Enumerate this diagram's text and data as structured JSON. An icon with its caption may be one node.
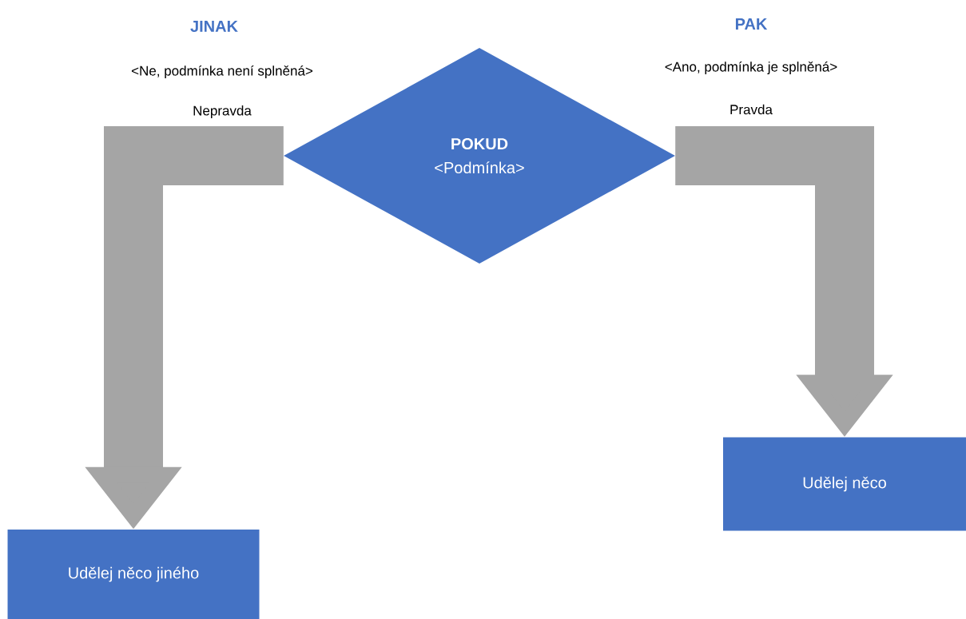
{
  "diagram": {
    "nodes": [
      {
        "text": [
          "POKUD",
          "<Podmínka>"
        ]
      },
      {
        "text": [
          "Udělej něco"
        ]
      },
      {
        "text": [
          "Udělej něco jiného"
        ]
      }
    ],
    "edges": [
      {
        "from": 0,
        "to": 2,
        "arrow": "to",
        "label": "Nepravda"
      },
      {
        "from": 0,
        "to": 1,
        "arrow": "to",
        "label": "Pravda"
      }
    ],
    "labels": [
      "JINAK",
      "PAK",
      "<Ne, podmínka není splněná>",
      "<Ano, podmínka je splněná>"
    ]
  }
}
